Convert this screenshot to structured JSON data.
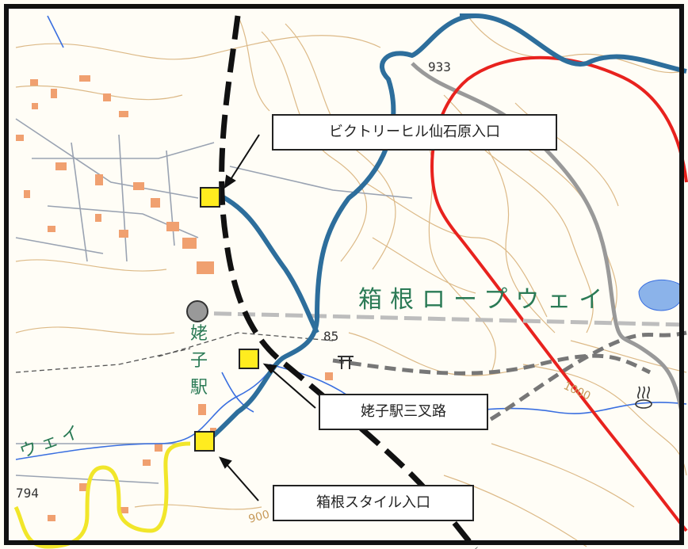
{
  "map": {
    "ropeway_label": "箱根ロープウェイ",
    "station_label_chars": [
      "姥",
      "子",
      "駅"
    ],
    "ropeway_left_label": "ウェイ",
    "elevations": {
      "north": "933",
      "station": "85",
      "southwest": "794",
      "contour_1000": "1000",
      "contour_900": "900"
    },
    "colors": {
      "route_blue": "#2d6e9c",
      "boundary_red": "#e8221e",
      "road_yellow": "#f1e62a",
      "railway_black": "#111111",
      "ropeway_gray": "#bdbdbd",
      "contour_brown": "#d9b27b",
      "building_orange": "#f0a070",
      "stream_blue": "#3a6fe0",
      "pond_blue": "#8bb3ea",
      "label_green": "#2a7a55",
      "marker_yellow": "#ffec1f"
    },
    "callouts": [
      {
        "id": "victory-hill",
        "label": "ビクトリーヒル仙石原入口"
      },
      {
        "id": "ubako-junction",
        "label": "姥子駅三叉路"
      },
      {
        "id": "hakone-style",
        "label": "箱根スタイル入口"
      }
    ],
    "icons": [
      "hot-spring-icon",
      "shrine-gate-icon"
    ]
  }
}
